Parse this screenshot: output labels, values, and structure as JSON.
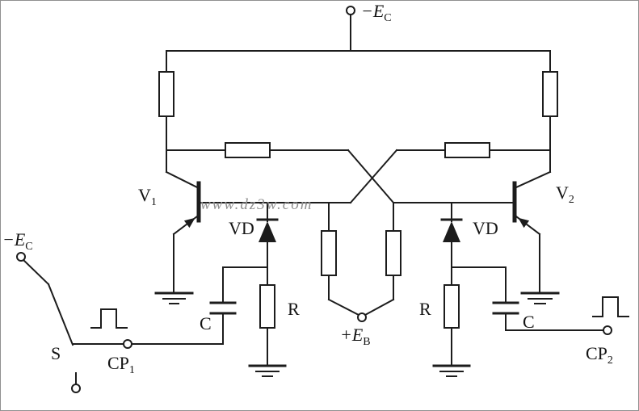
{
  "meta": {
    "type": "circuit-schematic",
    "description": "Bistable trigger (flip-flop) circuit with two transistors, steering diodes, trigger RC networks and pulse inputs",
    "background_color": "#ffffff",
    "line_color": "#1c1c1c",
    "watermark_color": "#8f8f8f"
  },
  "labels": {
    "supply_top": {
      "main": "−E",
      "sub": "C"
    },
    "supply_left": {
      "main": "−E",
      "sub": "C"
    },
    "bias": {
      "main": "+E",
      "sub": "B"
    },
    "v1": {
      "main": "V",
      "sub": "1"
    },
    "v2": {
      "main": "V",
      "sub": "2"
    },
    "cp1": {
      "main": "CP",
      "sub": "1"
    },
    "cp2": {
      "main": "CP",
      "sub": "2"
    },
    "vd_left": "VD",
    "vd_right": "VD",
    "r_left": "R",
    "r_right": "R",
    "c_left": "C",
    "c_right": "C",
    "switch": "S",
    "watermark": "www.dz3w.com"
  },
  "symbols": [
    "resistor-box-symbol",
    "diode-symbol",
    "capacitor-symbol",
    "transistor-symbol",
    "ground-symbol",
    "open-terminal-symbol",
    "pulse-waveform-symbol",
    "switch-symbol"
  ]
}
